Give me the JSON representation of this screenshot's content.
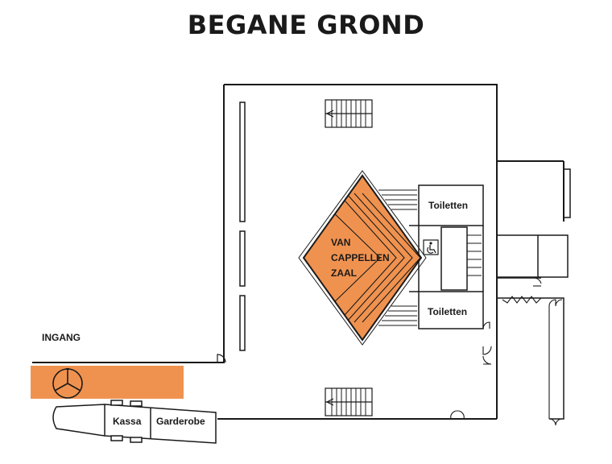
{
  "title": "BEGANE GROND",
  "labels": {
    "entrance": "INGANG",
    "hall_line1": "VAN",
    "hall_line2": "CAPPELLEN",
    "hall_line3": "ZAAL",
    "toilets_upper": "Toiletten",
    "toilets_lower": "Toiletten",
    "cashier": "Kassa",
    "cloakroom": "Garderobe"
  },
  "icons": [
    "wheelchair-icon",
    "revolving-door-icon",
    "stair-arrow-icon"
  ],
  "colors": {
    "accent": "#f0924f",
    "line": "#1a1a1a",
    "background": "#ffffff"
  }
}
